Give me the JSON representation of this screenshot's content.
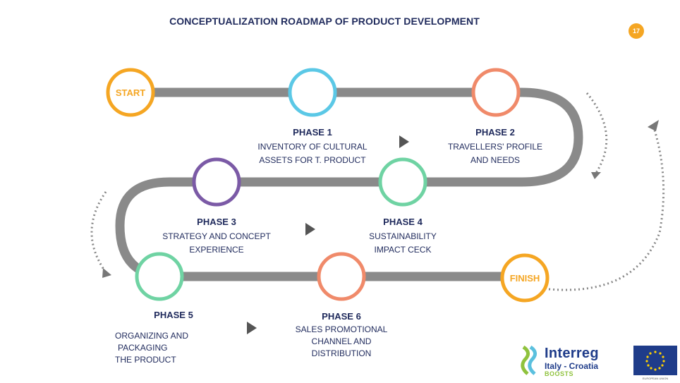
{
  "title": "CONCEPTUALIZATION ROADMAP OF PRODUCT DEVELOPMENT",
  "page_number": "17",
  "start_label": "START",
  "finish_label": "FINISH",
  "phases": [
    {
      "heading": "PHASE 1",
      "line1": "INVENTORY OF CULTURAL",
      "line2": "ASSETS FOR T. PRODUCT",
      "line3": "",
      "color": "#5bc8e6"
    },
    {
      "heading": "PHASE 2",
      "line1": "TRAVELLERS' PROFILE",
      "line2": "AND NEEDS",
      "line3": "",
      "color": "#f08a6a"
    },
    {
      "heading": "PHASE 3",
      "line1": "STRATEGY AND CONCEPT",
      "line2": "EXPERIENCE",
      "line3": "",
      "color": "#7b5aa6"
    },
    {
      "heading": "PHASE 4",
      "line1": "SUSTAINABILITY",
      "line2": "IMPACT CECK",
      "line3": "",
      "color": "#6fd3a3"
    },
    {
      "heading": "PHASE  5",
      "line1": "ORGANIZING AND",
      "line2": "PACKAGING",
      "line3": "THE PRODUCT",
      "color": "#6fd3a3"
    },
    {
      "heading": "PHASE 6",
      "line1": "SALES PROMOTIONAL",
      "line2": "CHANNEL AND",
      "line3": "DISTRIBUTION",
      "color": "#f08a6a"
    }
  ],
  "colors": {
    "road": "#8a8a8a",
    "start_finish": "#f5a623",
    "title": "#1f2a5c",
    "arrow": "#555555"
  },
  "logo": {
    "brand": "Interreg",
    "sub": "Italy - Croatia",
    "program": "BOOSTS",
    "eu": "EUROPEAN UNION"
  }
}
